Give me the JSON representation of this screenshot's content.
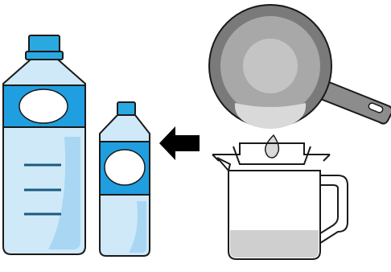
{
  "colors": {
    "background": "#ffffff",
    "bottle_light": "#cfe9f9",
    "bottle_mid": "#a9d6f3",
    "cap": "#29a9e0",
    "label_band": "#1f9fe0",
    "outline": "#1a1a1a",
    "pan_dark": "#7a7a7a",
    "pan_mid": "#a8a8a8",
    "pan_light": "#d4d4d4",
    "oil": "#d9d9d9",
    "jug_liquid": "#cfcfcf",
    "arrow": "#000000"
  },
  "icons": {
    "large_bottle": "plastic-bottle-large",
    "small_bottle": "plastic-bottle-small",
    "arrow": "arrow-left",
    "frying_pan": "frying-pan",
    "funnel": "funnel",
    "measuring_jug": "measuring-jug",
    "drops": "oil-drop"
  }
}
